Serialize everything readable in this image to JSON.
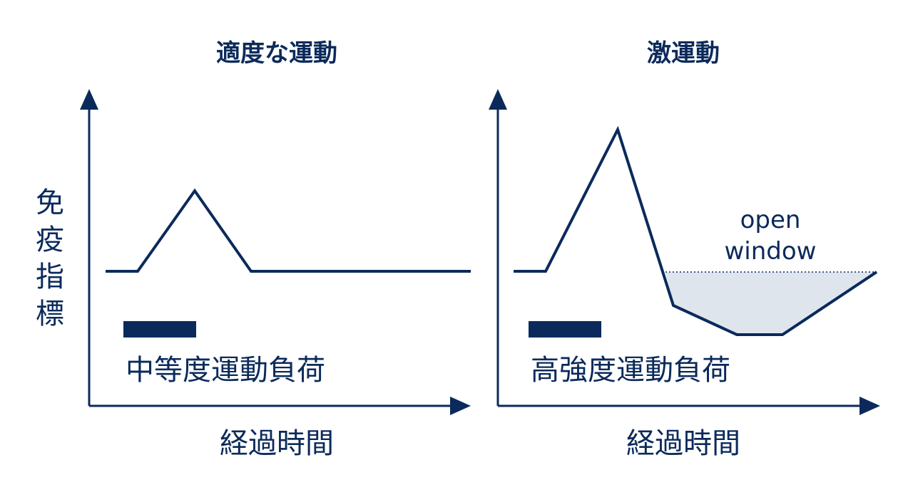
{
  "colors": {
    "primary": "#0b2a5b",
    "window_fill": "#dfe5ec",
    "background": "#ffffff"
  },
  "y_axis_label": "免疫指標",
  "panels": [
    {
      "title": "適度な運動",
      "x_axis_label": "経過時間",
      "load_label": "中等度運動負荷",
      "annotation": null
    },
    {
      "title": "激運動",
      "x_axis_label": "経過時間",
      "load_label": "高強度運動負荷",
      "annotation": {
        "line1": "open",
        "line2": "window"
      }
    }
  ]
}
